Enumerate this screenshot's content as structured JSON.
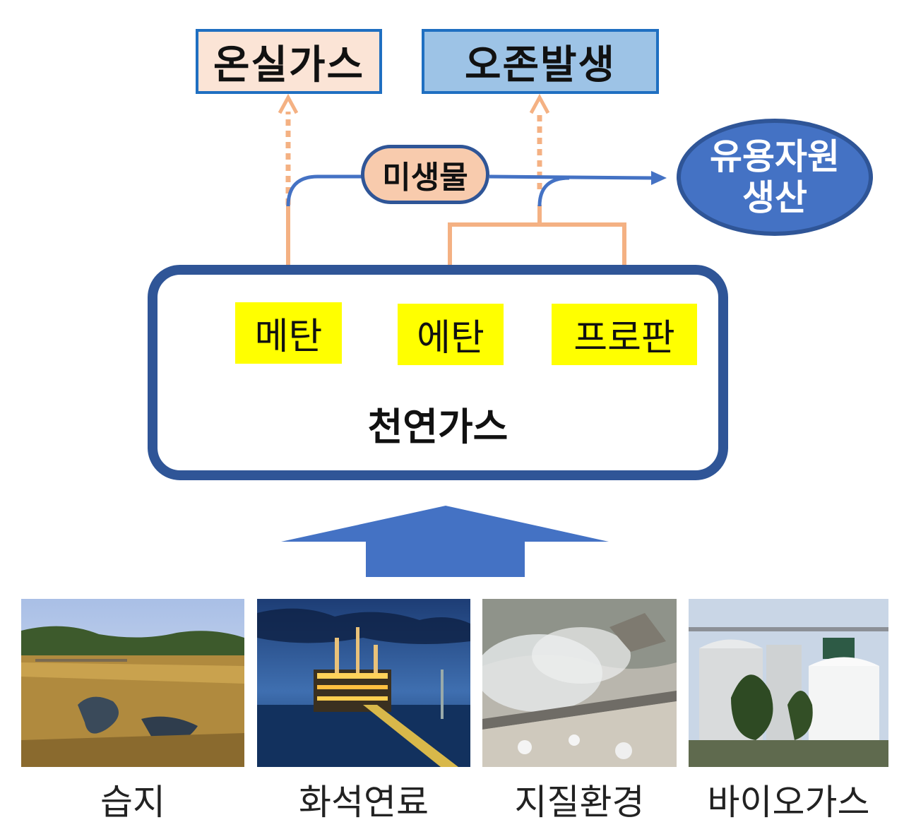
{
  "top_outputs": {
    "greenhouse_gas": "온실가스",
    "ozone_formation": "오존발생"
  },
  "microbe_label": "미생물",
  "resource": {
    "line1": "유용자원",
    "line2": "생산"
  },
  "natural_gas": {
    "label": "천연가스",
    "components": [
      "메탄",
      "에탄",
      "프로판"
    ]
  },
  "sources": [
    {
      "label": "습지"
    },
    {
      "label": "화석연료"
    },
    {
      "label": "지질환경"
    },
    {
      "label": "바이오가스"
    }
  ],
  "colors": {
    "top_border": "#1f6fc1",
    "greenhouse_fill": "#fbe4d6",
    "ozone_fill": "#9dc3e6",
    "dark_blue": "#2f5597",
    "arrow_blue": "#4472c4",
    "orange_line": "#f4b183",
    "gas_yellow": "#ffff00"
  }
}
